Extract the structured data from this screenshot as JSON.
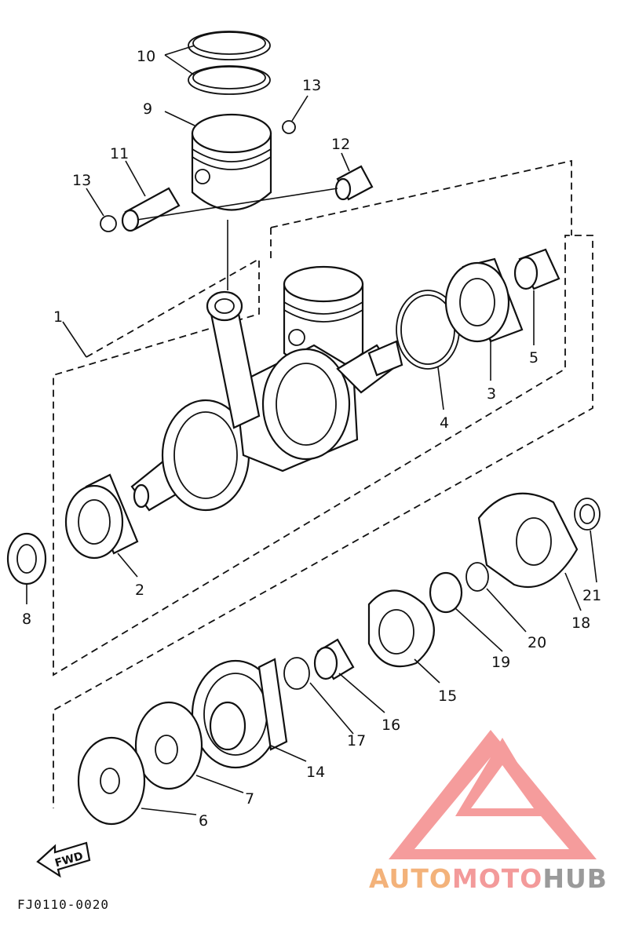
{
  "diagram": {
    "code": "FJ0110-0020",
    "fwd_label": "FWD",
    "brand": {
      "part1": "AUTO",
      "part2": "MOTO",
      "part3": "HUB"
    },
    "colors": {
      "line": "#111111",
      "brand_orange": "#f3b27a",
      "brand_pink": "#f39a9a",
      "brand_gray": "#9a9a9a",
      "logo_red": "#f05a5a"
    },
    "callouts": [
      {
        "id": "1",
        "text": "1"
      },
      {
        "id": "2",
        "text": "2"
      },
      {
        "id": "3",
        "text": "3"
      },
      {
        "id": "4",
        "text": "4"
      },
      {
        "id": "5",
        "text": "5"
      },
      {
        "id": "6",
        "text": "6"
      },
      {
        "id": "7",
        "text": "7"
      },
      {
        "id": "8",
        "text": "8"
      },
      {
        "id": "9",
        "text": "9"
      },
      {
        "id": "10",
        "text": "10"
      },
      {
        "id": "11",
        "text": "11"
      },
      {
        "id": "12",
        "text": "12"
      },
      {
        "id": "13a",
        "text": "13"
      },
      {
        "id": "13b",
        "text": "13"
      },
      {
        "id": "14",
        "text": "14"
      },
      {
        "id": "15",
        "text": "15"
      },
      {
        "id": "16",
        "text": "16"
      },
      {
        "id": "17",
        "text": "17"
      },
      {
        "id": "18",
        "text": "18"
      },
      {
        "id": "19",
        "text": "19"
      },
      {
        "id": "20",
        "text": "20"
      },
      {
        "id": "21",
        "text": "21"
      }
    ]
  }
}
